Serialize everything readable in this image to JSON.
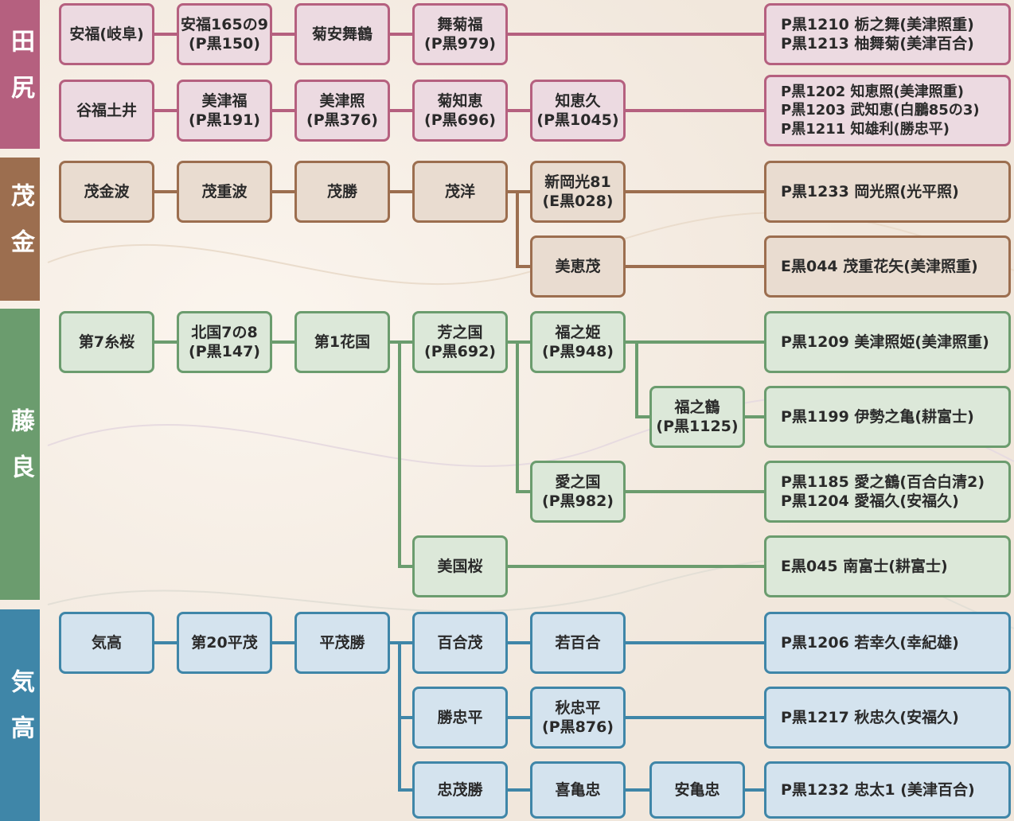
{
  "colors": {
    "tajiri": {
      "band": "#b5607f",
      "fill": "#ecdae1",
      "border": "#b5607f"
    },
    "shigekane": {
      "band": "#9c6e4f",
      "fill": "#e9dcd0",
      "border": "#9c6e4f"
    },
    "fujiyoshi": {
      "band": "#6b9c6e",
      "fill": "#dce8d9",
      "border": "#6b9c6e"
    },
    "kitaka": {
      "band": "#3f86a8",
      "fill": "#d4e3ee",
      "border": "#3f86a8"
    }
  },
  "groups": [
    {
      "id": "tajiri",
      "label": "田尻"
    },
    {
      "id": "shigekane",
      "label": "茂金"
    },
    {
      "id": "fujiyoshi",
      "label": "藤良"
    },
    {
      "id": "kitaka",
      "label": "気高"
    }
  ],
  "nodes": {
    "t1": {
      "text": "安福(岐阜)"
    },
    "t2": {
      "text": "安福165の9\n(P黒150)"
    },
    "t3": {
      "text": "菊安舞鶴"
    },
    "t4": {
      "text": "舞菊福\n(P黒979)"
    },
    "t5": {
      "text": "P黒1210 栃之舞(美津照重)\nP黒1213 柚舞菊(美津百合)"
    },
    "t6": {
      "text": "谷福土井"
    },
    "t7": {
      "text": "美津福\n(P黒191)"
    },
    "t8": {
      "text": "美津照\n(P黒376)"
    },
    "t9": {
      "text": "菊知恵\n(P黒696)"
    },
    "t10": {
      "text": "知恵久\n(P黒1045)"
    },
    "t11": {
      "text": "P黒1202 知恵照(美津照重)\nP黒1203 武知恵(白鵬85の3)\nP黒1211 知雄利(勝忠平)"
    },
    "s1": {
      "text": "茂金波"
    },
    "s2": {
      "text": "茂重波"
    },
    "s3": {
      "text": "茂勝"
    },
    "s4": {
      "text": "茂洋"
    },
    "s5": {
      "text": "新岡光81\n(E黒028)"
    },
    "s6": {
      "text": "P黒1233 岡光照(光平照)"
    },
    "s7": {
      "text": "美恵茂"
    },
    "s8": {
      "text": "E黒044 茂重花矢(美津照重)"
    },
    "f1": {
      "text": "第7糸桜"
    },
    "f2": {
      "text": "北国7の8\n(P黒147)"
    },
    "f3": {
      "text": "第1花国"
    },
    "f4": {
      "text": "芳之国\n(P黒692)"
    },
    "f5": {
      "text": "福之姫\n(P黒948)"
    },
    "f6": {
      "text": "P黒1209 美津照姫(美津照重)"
    },
    "f7": {
      "text": "福之鶴\n(P黒1125)"
    },
    "f8": {
      "text": "P黒1199 伊勢之亀(耕富士)"
    },
    "f9": {
      "text": "愛之国\n(P黒982)"
    },
    "f10": {
      "text": "P黒1185 愛之鶴(百合白清2)\nP黒1204 愛福久(安福久)"
    },
    "f11": {
      "text": "美国桜"
    },
    "f12": {
      "text": "E黒045 南富士(耕富士)"
    },
    "k1": {
      "text": "気高"
    },
    "k2": {
      "text": "第20平茂"
    },
    "k3": {
      "text": "平茂勝"
    },
    "k4": {
      "text": "百合茂"
    },
    "k5": {
      "text": "若百合"
    },
    "k6": {
      "text": "P黒1206 若幸久(幸紀雄)"
    },
    "k7": {
      "text": "勝忠平"
    },
    "k8": {
      "text": "秋忠平\n(P黒876)"
    },
    "k9": {
      "text": "P黒1217 秋忠久(安福久)"
    },
    "k10": {
      "text": "忠茂勝"
    },
    "k11": {
      "text": "喜亀忠"
    },
    "k12": {
      "text": "安亀忠"
    },
    "k13": {
      "text": "P黒1232 忠太1 (美津百合)"
    }
  },
  "edges": [
    [
      "t1",
      "t2"
    ],
    [
      "t2",
      "t3"
    ],
    [
      "t3",
      "t4"
    ],
    [
      "t4",
      "t5"
    ],
    [
      "t6",
      "t7"
    ],
    [
      "t7",
      "t8"
    ],
    [
      "t8",
      "t9"
    ],
    [
      "t9",
      "t10"
    ],
    [
      "t10",
      "t11"
    ],
    [
      "s1",
      "s2"
    ],
    [
      "s2",
      "s3"
    ],
    [
      "s3",
      "s4"
    ],
    [
      "s4",
      "s5"
    ],
    [
      "s5",
      "s6"
    ],
    [
      "s4",
      "s7"
    ],
    [
      "s7",
      "s8"
    ],
    [
      "f1",
      "f2"
    ],
    [
      "f2",
      "f3"
    ],
    [
      "f3",
      "f4"
    ],
    [
      "f4",
      "f5"
    ],
    [
      "f5",
      "f6"
    ],
    [
      "f5",
      "f7"
    ],
    [
      "f7",
      "f8"
    ],
    [
      "f4",
      "f9"
    ],
    [
      "f9",
      "f10"
    ],
    [
      "f3",
      "f11"
    ],
    [
      "f11",
      "f12"
    ],
    [
      "k1",
      "k2"
    ],
    [
      "k2",
      "k3"
    ],
    [
      "k3",
      "k4"
    ],
    [
      "k4",
      "k5"
    ],
    [
      "k5",
      "k6"
    ],
    [
      "k3",
      "k7"
    ],
    [
      "k7",
      "k8"
    ],
    [
      "k8",
      "k9"
    ],
    [
      "k3",
      "k10"
    ],
    [
      "k10",
      "k11"
    ],
    [
      "k11",
      "k12"
    ],
    [
      "k12",
      "k13"
    ]
  ]
}
